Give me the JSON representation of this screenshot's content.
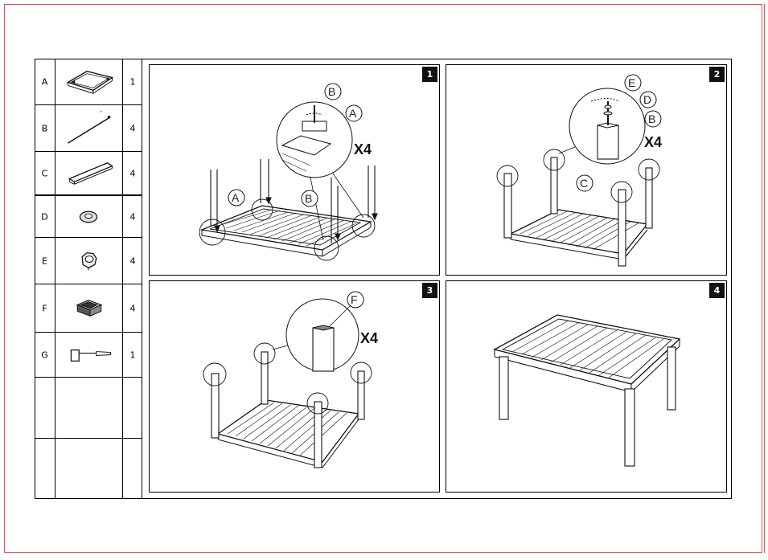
{
  "parts": [
    {
      "letter": "A",
      "qty": "1",
      "icon": "tabletop-frame-icon"
    },
    {
      "letter": "B",
      "qty": "4",
      "icon": "bolt-icon"
    },
    {
      "letter": "C",
      "qty": "4",
      "icon": "leg-icon"
    },
    {
      "letter": "D",
      "qty": "4",
      "icon": "washer-icon"
    },
    {
      "letter": "E",
      "qty": "4",
      "icon": "nut-icon"
    },
    {
      "letter": "F",
      "qty": "4",
      "icon": "foot-cap-icon"
    },
    {
      "letter": "G",
      "qty": "1",
      "icon": "allen-key-icon"
    },
    {
      "letter": "",
      "qty": "",
      "icon": ""
    },
    {
      "letter": "",
      "qty": "",
      "icon": ""
    }
  ],
  "steps": [
    {
      "number": "1",
      "multiplier": "X4",
      "callouts": [
        "B",
        "A",
        "A",
        "B"
      ]
    },
    {
      "number": "2",
      "multiplier": "X4",
      "callouts": [
        "E",
        "D",
        "B",
        "C"
      ]
    },
    {
      "number": "3",
      "multiplier": "X4",
      "callouts": [
        "F"
      ]
    },
    {
      "number": "4"
    }
  ],
  "colors": {
    "border": "#d9534f",
    "ink": "#111111"
  }
}
